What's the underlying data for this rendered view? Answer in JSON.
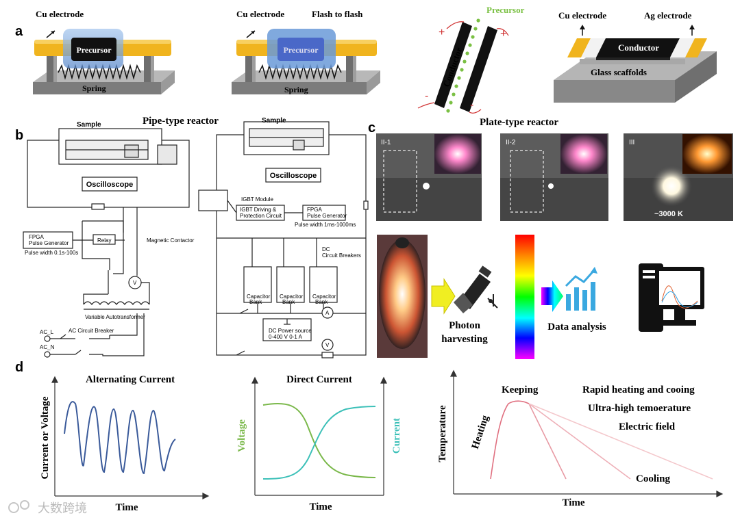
{
  "panel_letters": {
    "a": "a",
    "b": "b",
    "c": "c",
    "d": "d"
  },
  "panel_a": {
    "left": {
      "electrode": "Cu electrode",
      "precursor": "Precursor",
      "spring": "Spring"
    },
    "middle": {
      "electrode": "Cu electrode",
      "flash": "Flash to flash",
      "precursor": "Precursor",
      "spring": "Spring"
    },
    "pipe_title": "Pipe-type reactor",
    "right_tilted": {
      "precursor": "Precursor",
      "conductor": "Conductor",
      "plus": "+",
      "minus": "-"
    },
    "right_box": {
      "cu": "Cu electrode",
      "ag": "Ag electrode",
      "conductor": "Conductor",
      "scaffold": "Glass scaffolds"
    },
    "plate_title": "Plate-type reactor"
  },
  "panel_b": {
    "left": {
      "sample": "Sample",
      "oscilloscope": "Oscilloscope",
      "fpga": "FPGA",
      "pulse_gen": "Pulse Generator",
      "relay": "Relay",
      "magnetic": "Magnetic Contactor",
      "pulse_width": "Pulse width 0.1s-100s",
      "v": "V",
      "autotransformer": "Variable Autotransformer",
      "ac_l": "AC_L",
      "ac_n": "AC_N",
      "breaker": "AC Circuit Breaker"
    },
    "right": {
      "sample": "Sample",
      "oscilloscope": "Oscilloscope",
      "igbt": "IGBT Module",
      "igbt_drive_1": "IGBT Driving &",
      "igbt_drive_2": "Protection Circuit",
      "fpga": "FPGA",
      "pulse_gen": "Pulse Generator",
      "pulse_width": "Pulse width 1ms-1000ms",
      "dc_breakers_1": "DC",
      "dc_breakers_2": "Circuit Breakers",
      "cap1": "Capacitor",
      "cap2": "Bank",
      "a": "A",
      "dc_source": "DC Power source",
      "dc_range": "0-400 V  0-1 A",
      "v": "V"
    }
  },
  "panel_c": {
    "img1": "II-1",
    "img2": "II-2",
    "img3": "III",
    "temp": "~3000 K",
    "photon_1": "Photon",
    "photon_2": "harvesting",
    "data_analysis": "Data analysis"
  },
  "panel_d": {
    "ac_title": "Alternating Current",
    "ac_ylabel": "Current or Voltage",
    "ac_xlabel": "Time",
    "dc_title": "Direct Current",
    "dc_ylabel_left": "Voltage",
    "dc_ylabel_right": "Current",
    "dc_xlabel": "Time",
    "temp_ylabel": "Temperature",
    "temp_xlabel": "Time",
    "keeping": "Keeping",
    "heating": "Heating",
    "rapid": "Rapid heating and cooing",
    "ultra": "Ultra-high temoerature",
    "efield": "Electric field",
    "cooling": "Cooling"
  },
  "watermark": "大数跨境",
  "colors": {
    "copper": "#f0b41e",
    "glass": "#7eaedd",
    "base": "#8c8c8c",
    "voltage": "#7ab84a",
    "current": "#3cc0b8",
    "ac_wave": "#3a5a9a",
    "heat": "#e07080"
  }
}
